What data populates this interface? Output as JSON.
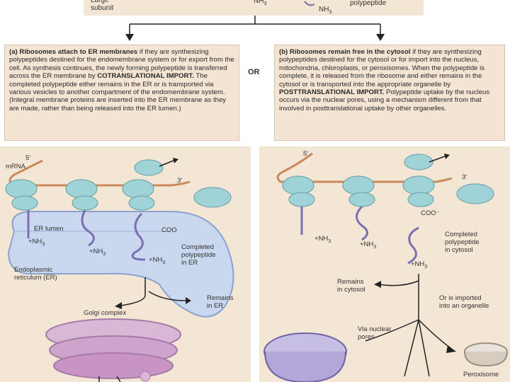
{
  "top": {
    "large_subunit": "Large\nsubunit",
    "nh3_left": "NH",
    "nh3_mid": "NH",
    "polypeptide": "polypeptide"
  },
  "box_a": {
    "lead": "(a) Ribosomes attach to ER membranes",
    "text1": " if they are synthesizing polypeptides destined for the endomembrane system or for export from the cell. As synthesis continues, the newly forming polypeptide is transferred across the ER membrane by ",
    "bold2": "COTRANSLATIONAL IMPORT.",
    "text2": " The completed polypeptide either remains in the ER or is transported via various vesicles to another compartment of the endomembrane system. (Integral membrane proteins are inserted into the ER membrane as they are made, rather than being released into the ER lumen.)"
  },
  "or_label": "OR",
  "box_b": {
    "lead": "(b) Ribosomes remain free in the cytosol",
    "text1": " if they are synthesizing polypeptides destined for the cytosol or for import into the nucleus, mitochondria, chloroplasts, or peroxisomes. When the polypeptide is complete, it is released from the ribosome and either remains in the cytosol or is transported into the appropriate organelle by ",
    "bold2": "POSTTRANSLATIONAL IMPORT.",
    "text2": " Polypeptide uptake by the nucleus occurs via the nuclear pores, using a mechanism different from that involved in posttranslational uptake by other organelles."
  },
  "left_panel": {
    "five_prime": "5′",
    "mrna": "mRNA",
    "three_prime": "3′",
    "er_lumen": "ER lumen",
    "nh3_a": "+NH",
    "nh3_b": "+NH",
    "coo": "COO",
    "nh3_c": "+NH",
    "completed": "Completed\npolypeptide\nin ER",
    "er_label": "Endoplasmic\nreticulum (ER)",
    "remains_er": "Remains\nin ER",
    "golgi": "Golgi complex"
  },
  "right_panel": {
    "five_prime": "5′",
    "three_prime": "3′",
    "coo": "COO⁻",
    "nh3_a": "+NH",
    "nh3_b": "+NH",
    "nh3_c": "+NH",
    "completed": "Completed\npolypeptide\nin cytosol",
    "remains_cytosol": "Remains\nin cytosol",
    "imported": "Or is imported\ninto an organelle",
    "via_pores": "Via nuclear\npores",
    "peroxisome": "Peroxisome"
  }
}
